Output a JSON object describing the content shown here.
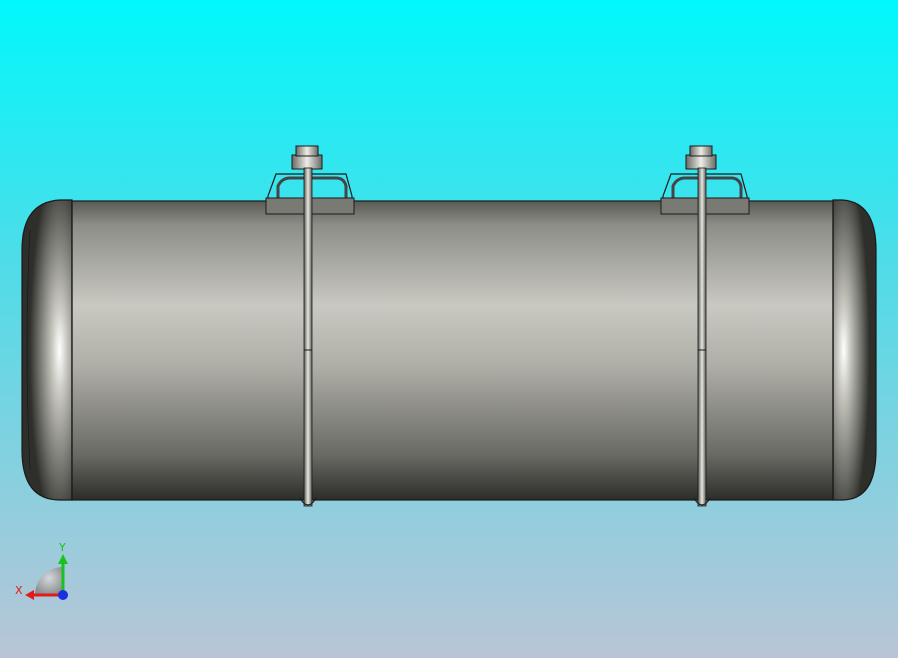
{
  "viewport": {
    "background_top": "#00FFFF",
    "background_bottom": "#B8C4D6"
  },
  "model": {
    "name": "tank-with-u-bolt-saddles",
    "body_color_light": "#D0D0C8",
    "body_color_dark": "#3A3A36",
    "outline_color": "#1A1A1A",
    "saddle_count": 2
  },
  "triad": {
    "x_label": "X",
    "y_label": "Y",
    "x_color": "#E21A1A",
    "y_color": "#19C21C",
    "z_color": "#1A2FE0"
  }
}
